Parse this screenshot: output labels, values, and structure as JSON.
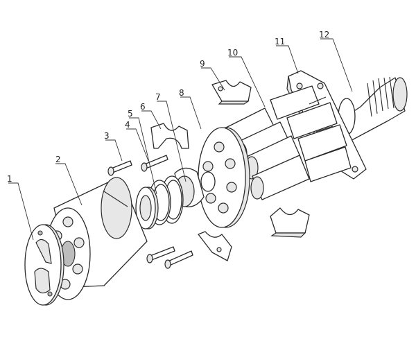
{
  "diagram": {
    "callouts": [
      {
        "id": "1",
        "label": "1"
      },
      {
        "id": "2",
        "label": "2"
      },
      {
        "id": "3",
        "label": "3"
      },
      {
        "id": "4",
        "label": "4"
      },
      {
        "id": "5",
        "label": "5"
      },
      {
        "id": "6",
        "label": "6"
      },
      {
        "id": "7",
        "label": "7"
      },
      {
        "id": "8",
        "label": "8"
      },
      {
        "id": "9",
        "label": "9"
      },
      {
        "id": "10",
        "label": "10"
      },
      {
        "id": "11",
        "label": "11"
      },
      {
        "id": "12",
        "label": "12"
      }
    ]
  },
  "colors": {
    "line": "#2a2a2a",
    "fill": "#ffffff",
    "shade": "#e7e7e7",
    "dark_shade": "#bdbdbd"
  }
}
